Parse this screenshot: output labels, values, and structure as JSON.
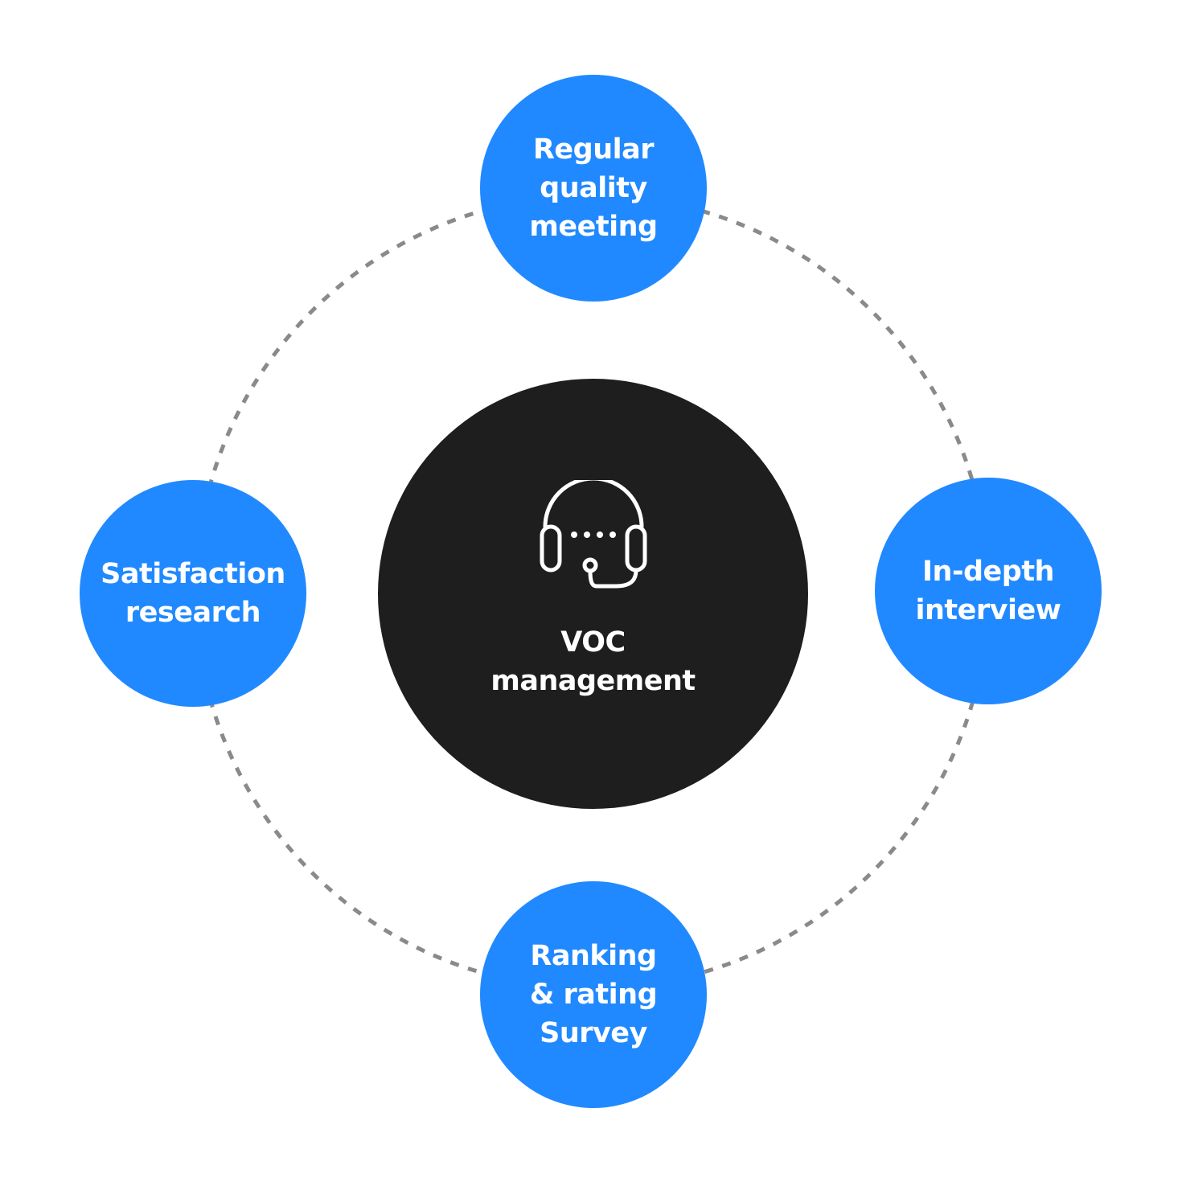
{
  "colors": {
    "background": "#ffffff",
    "satellite_fill": "#2189ff",
    "center_fill": "#1e1e1e",
    "orbit_stroke": "#8a8a8a",
    "text": "#ffffff"
  },
  "center": {
    "icon": "headset-icon",
    "label": "VOC\nmanagement"
  },
  "satellites": {
    "top": {
      "label": "Regular\nquality\nmeeting"
    },
    "right": {
      "label": "In-depth\ninterview"
    },
    "bottom": {
      "label": "Ranking\n& rating\nSurvey"
    },
    "left": {
      "label": "Satisfaction\nresearch"
    }
  }
}
